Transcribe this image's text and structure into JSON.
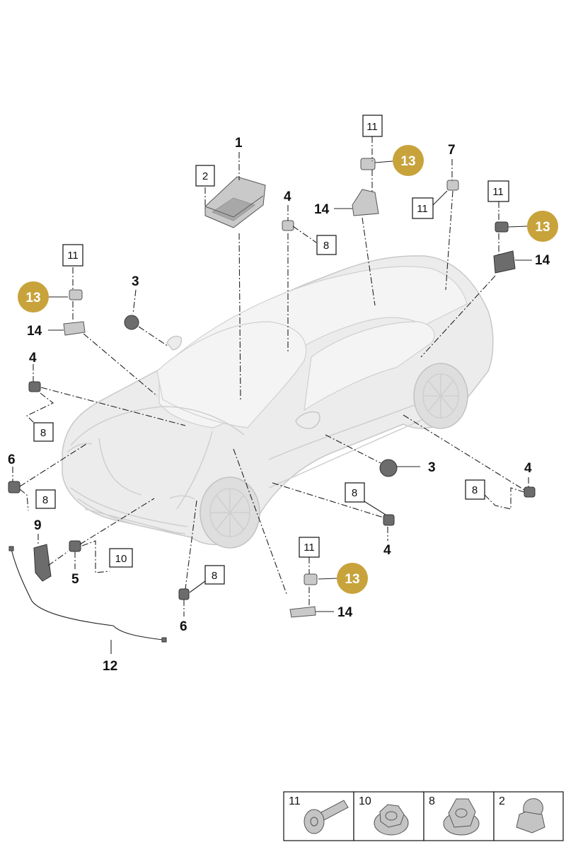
{
  "callouts": {
    "c1": "1",
    "c2": "2",
    "c3a": "3",
    "c3b": "3",
    "c4a": "4",
    "c4b": "4",
    "c4c": "4",
    "c4d": "4",
    "c5": "5",
    "c6a": "6",
    "c6b": "6",
    "c7": "7",
    "c8a": "8",
    "c8b": "8",
    "c8c": "8",
    "c8d": "8",
    "c8e": "8",
    "c8f": "8",
    "c9": "9",
    "c10": "10",
    "c11a": "11",
    "c11b": "11",
    "c11c": "11",
    "c11d": "11",
    "c11e": "11",
    "c12": "12",
    "c13a": "13",
    "c13b": "13",
    "c13c": "13",
    "c13d": "13",
    "c14a": "14",
    "c14b": "14",
    "c14c": "14",
    "c14d": "14"
  },
  "hardware_table": {
    "cells": [
      {
        "label": "11",
        "icon": "bolt-icon"
      },
      {
        "label": "10",
        "icon": "flange-nut-icon"
      },
      {
        "label": "8",
        "icon": "hex-nut-icon"
      },
      {
        "label": "2",
        "icon": "cap-nut-icon"
      }
    ]
  },
  "colors": {
    "highlight": "#c8a33b",
    "car_body": "#ececec",
    "line": "#222222"
  }
}
